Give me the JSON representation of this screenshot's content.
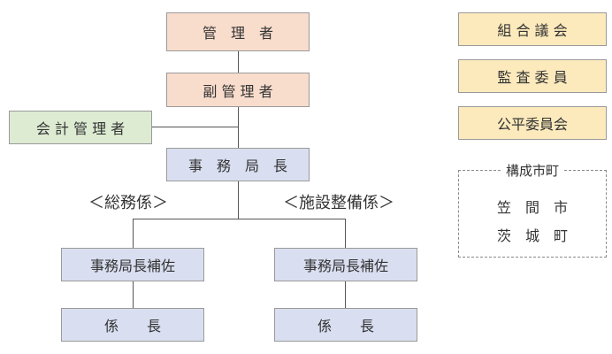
{
  "colors": {
    "pink": "#f8dccc",
    "green": "#dcebd2",
    "blue": "#d9dff0",
    "yellow": "#fdeabc",
    "border": "#9a9a9a",
    "line": "#555555"
  },
  "org": {
    "kanrisha": "管　理　者",
    "fuku_kanrisha": "副 管 理 者",
    "kaikei_kanrisha": "会 計 管 理 者",
    "jimukyokucho": "事　務　局　長",
    "division_left": "＜総務係＞",
    "division_right": "＜施設整備係＞",
    "hosa_left": "事務局長補佐",
    "hosa_right": "事務局長補佐",
    "kakaricho_left": "係　　長",
    "kakaricho_right": "係　　長"
  },
  "side": {
    "kumiai_gikai": "組 合 議 会",
    "kansa_iin": "監 査 委 員",
    "kohei_iinkai": "公平委員会"
  },
  "members": {
    "title": "構成市町",
    "items": [
      "笠　間　市",
      "茨　城　町"
    ]
  }
}
